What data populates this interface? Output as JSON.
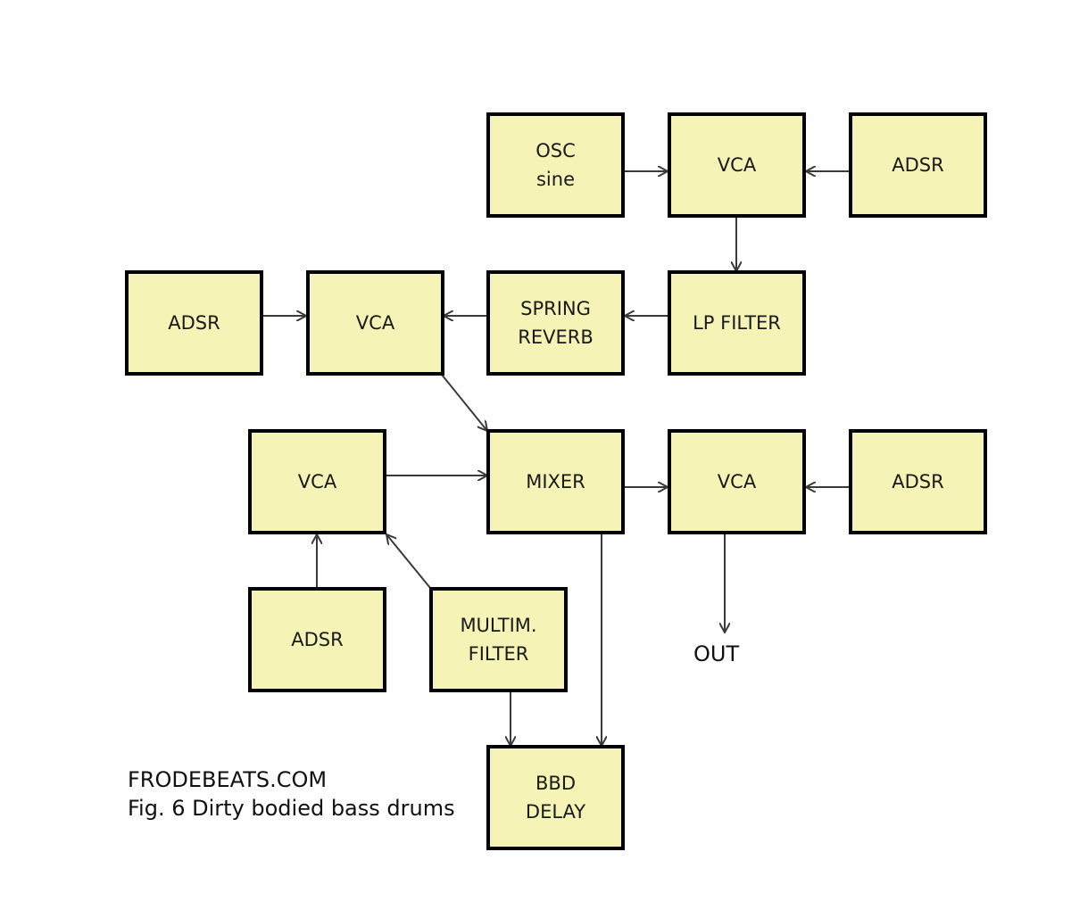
{
  "colors": {
    "block_fill": "#f5f3b5",
    "block_border": "#000000",
    "wire": "#3a3a3a"
  },
  "blocks": {
    "osc": {
      "line1": "OSC",
      "line2": "sine"
    },
    "vca_top": {
      "line1": "VCA"
    },
    "adsr_top": {
      "line1": "ADSR"
    },
    "adsr_left": {
      "line1": "ADSR"
    },
    "vca_mid": {
      "line1": "VCA"
    },
    "spring": {
      "line1": "SPRING",
      "line2": "REVERB"
    },
    "lp_filter": {
      "line1": "LP FILTER"
    },
    "vca_low": {
      "line1": "VCA"
    },
    "mixer": {
      "line1": "MIXER"
    },
    "vca_out": {
      "line1": "VCA"
    },
    "adsr_out": {
      "line1": "ADSR"
    },
    "adsr_bottom": {
      "line1": "ADSR"
    },
    "multim": {
      "line1": "MULTIM.",
      "line2": "FILTER"
    },
    "bbd": {
      "line1": "BBD",
      "line2": "DELAY"
    }
  },
  "out_label": "OUT",
  "caption": {
    "line1": "FRODEBEATS.COM",
    "line2": "Fig. 6  Dirty bodied bass drums"
  }
}
